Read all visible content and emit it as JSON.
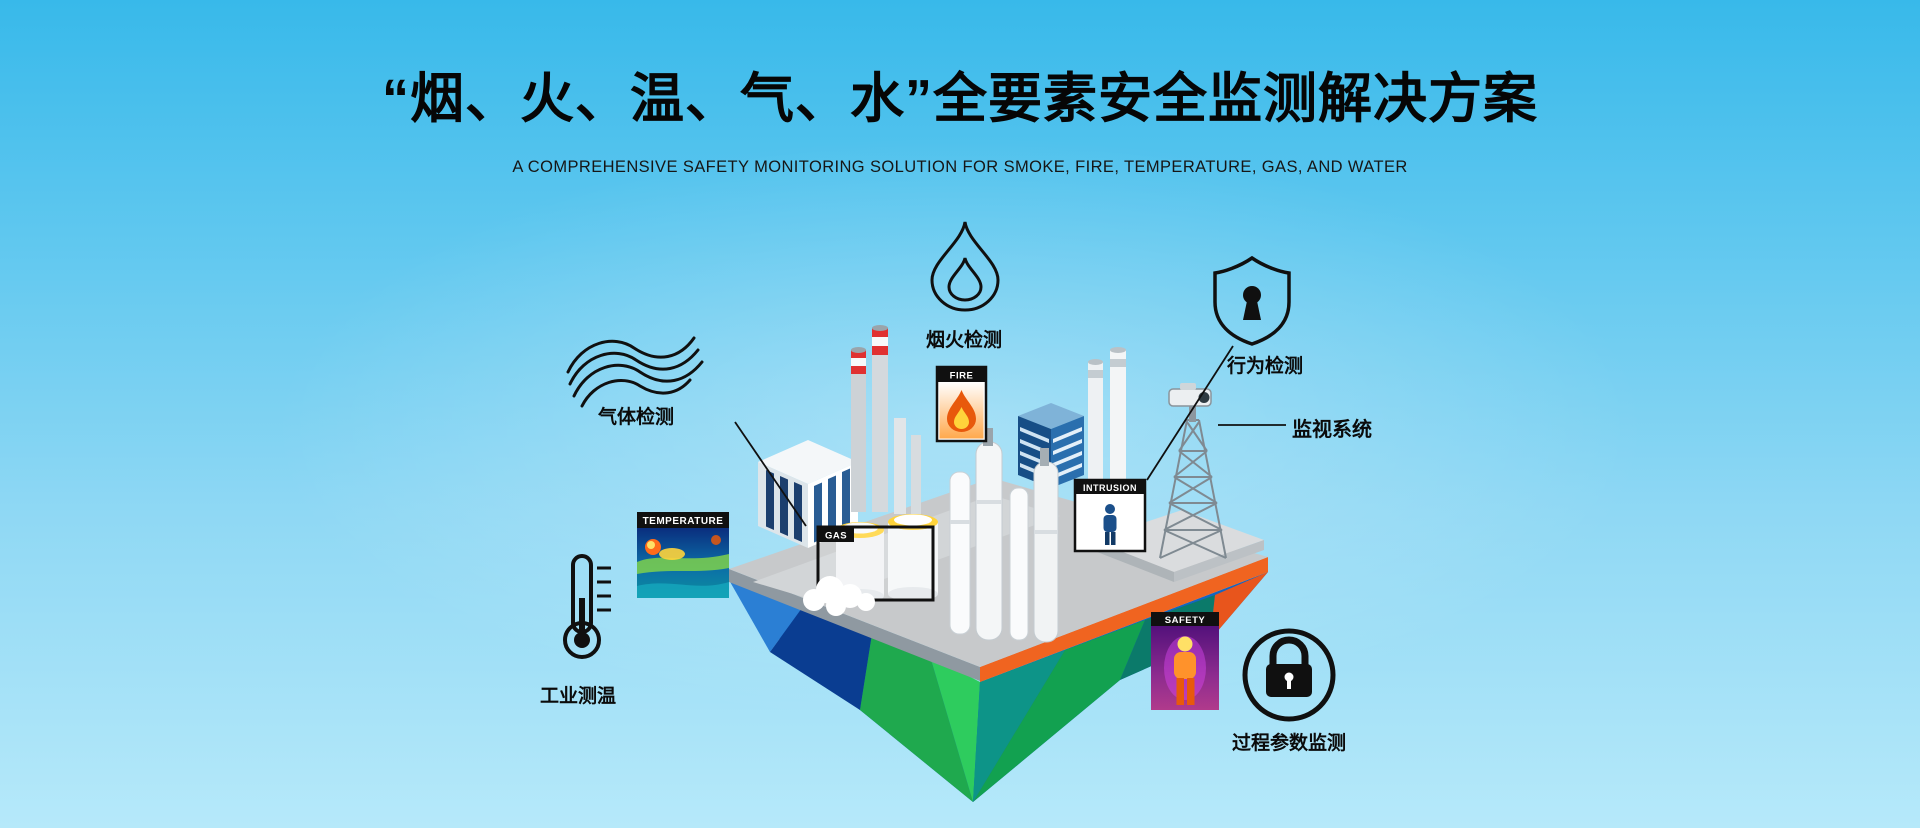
{
  "page": {
    "title": "“烟、火、温、气、水”全要素安全监测解决方案",
    "subtitle": "A COMPREHENSIVE SAFETY MONITORING SOLUTION FOR SMOKE, FIRE, TEMPERATURE, GAS, AND WATER"
  },
  "callouts": {
    "gas": {
      "label": "气体检测",
      "icon": "smoke-waves-icon"
    },
    "fire": {
      "label": "烟火检测",
      "icon": "flame-drop-icon"
    },
    "behavior": {
      "label": "行为检测",
      "icon": "shield-keyhole-icon"
    },
    "surveillance": {
      "label": "监视系统",
      "icon": "cctv-camera-icon"
    },
    "temperature": {
      "label": "工业测温",
      "icon": "thermometer-icon"
    },
    "process": {
      "label": "过程参数监测",
      "icon": "padlock-circle-icon"
    }
  },
  "insets": {
    "temperature": {
      "label": "TEMPERATURE"
    },
    "fire": {
      "label": "FIRE"
    },
    "gas": {
      "label": "GAS"
    },
    "intrusion": {
      "label": "INTRUSION"
    },
    "safety": {
      "label": "SAFETY"
    }
  },
  "colors": {
    "background_top": "#38b9ea",
    "background_bottom": "#b6e9fa",
    "text": "#0b0b0b",
    "island_orange": "#e8551c",
    "island_blue": "#1565c0",
    "island_green": "#2ecc5e",
    "chimney_stripe_red": "#e03131",
    "tank_band_yellow": "#ffd43b"
  }
}
